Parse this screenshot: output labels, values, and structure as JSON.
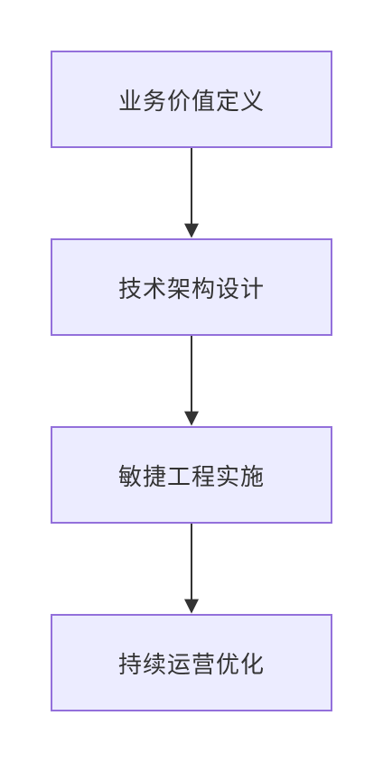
{
  "diagram": {
    "type": "flowchart",
    "direction": "top-down",
    "colors": {
      "node_fill": "#ECECFF",
      "node_border": "#9370DB",
      "edge": "#333333",
      "text": "#333333"
    },
    "nodes": [
      {
        "id": "n1",
        "label": "业务价值定义"
      },
      {
        "id": "n2",
        "label": "技术架构设计"
      },
      {
        "id": "n3",
        "label": "敏捷工程实施"
      },
      {
        "id": "n4",
        "label": "持续运营优化"
      }
    ],
    "edges": [
      {
        "from": "n1",
        "to": "n2"
      },
      {
        "from": "n2",
        "to": "n3"
      },
      {
        "from": "n3",
        "to": "n4"
      }
    ]
  }
}
